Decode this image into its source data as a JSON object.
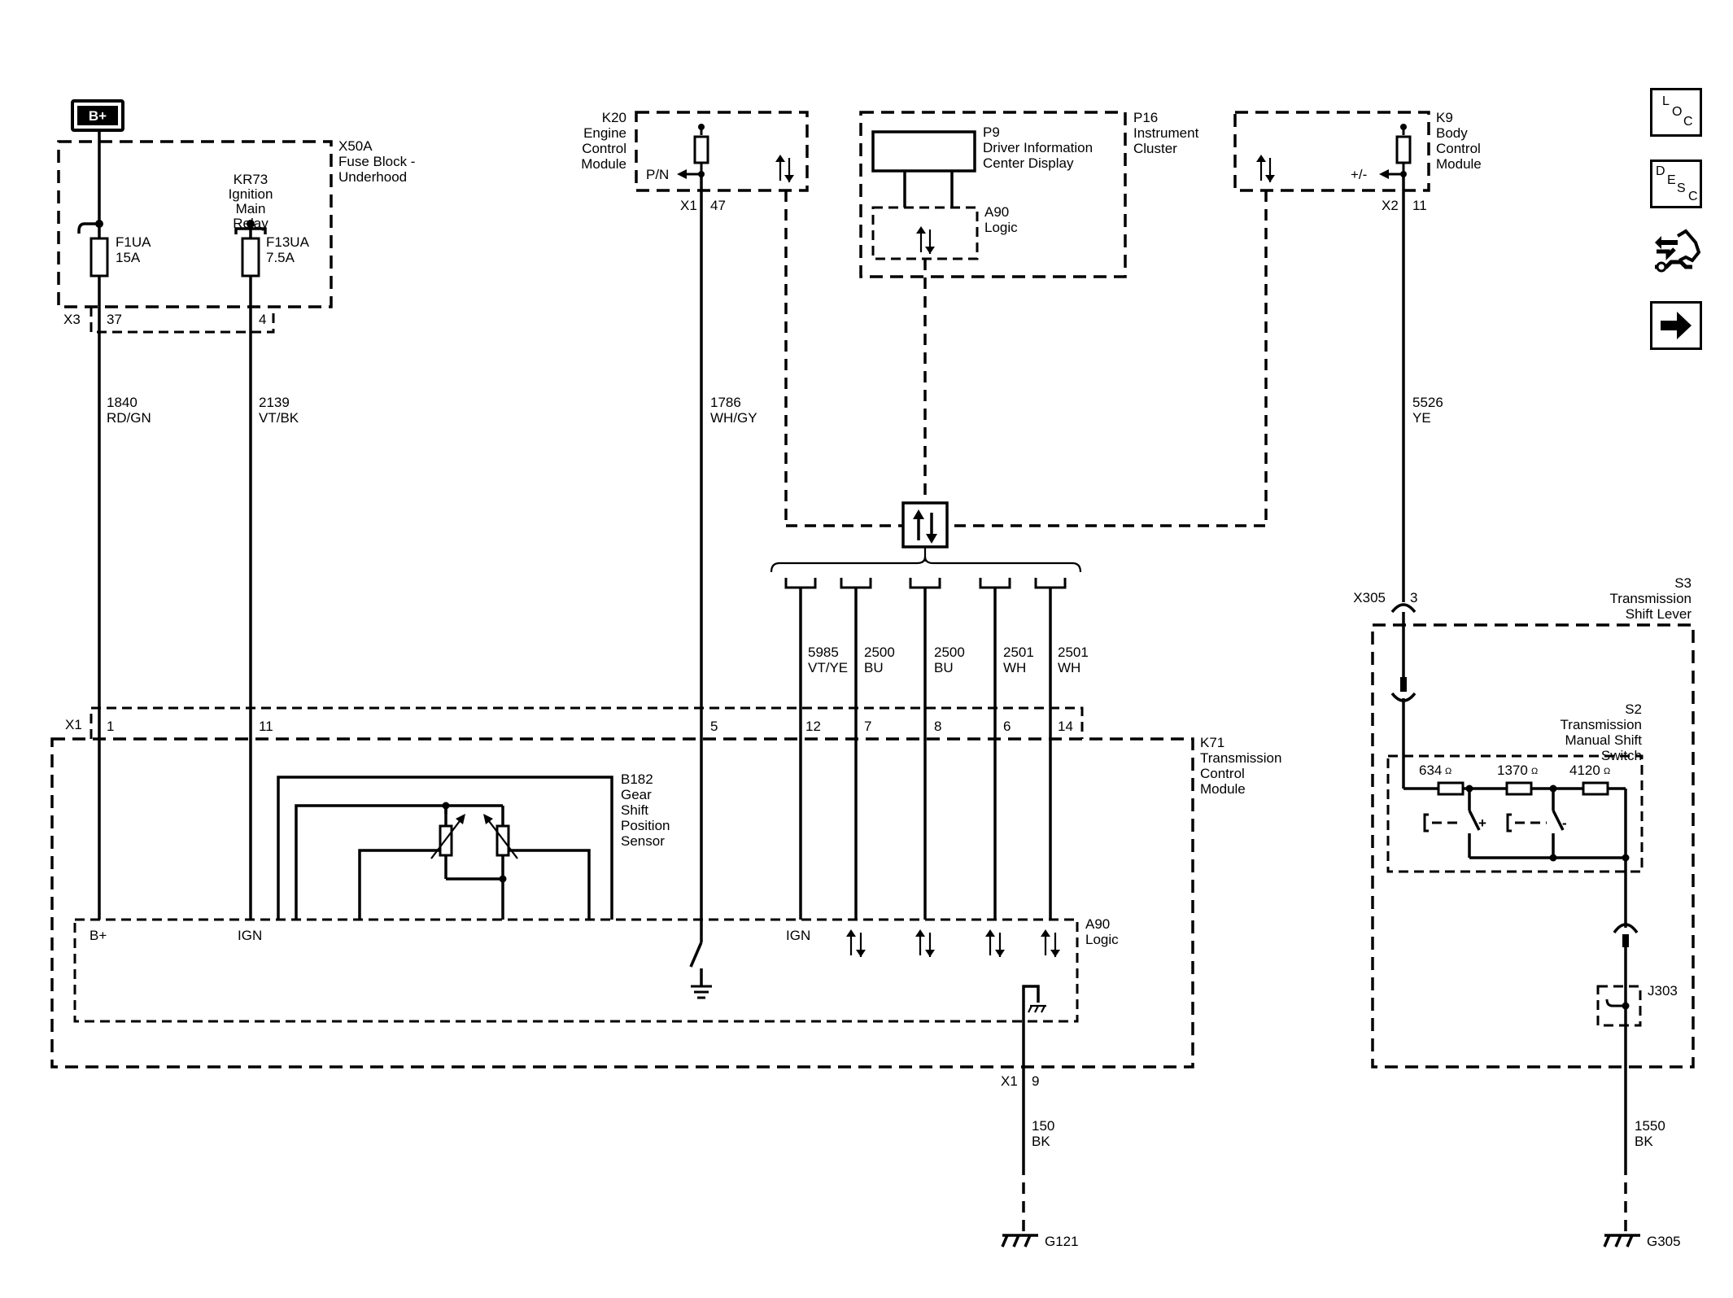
{
  "supply": {
    "label": "B+"
  },
  "fuse_block": {
    "name": "X50A",
    "desc1": "Fuse Block -",
    "desc2": "Underhood",
    "connector": "X3",
    "fuse1": {
      "name": "F1UA",
      "rating": "15A",
      "pin": "37"
    },
    "fuse2": {
      "name": "F13UA",
      "rating": "7.5A",
      "pin": "4"
    },
    "relay": {
      "name": "KR73",
      "l1": "Ignition",
      "l2": "Main",
      "l3": "Relay"
    }
  },
  "wires": {
    "w1840": {
      "circuit": "1840",
      "color": "RD/GN"
    },
    "w2139": {
      "circuit": "2139",
      "color": "VT/BK"
    },
    "w1786": {
      "circuit": "1786",
      "color": "WH/GY"
    },
    "w5526": {
      "circuit": "5526",
      "color": "YE"
    },
    "w5985": {
      "circuit": "5985",
      "color": "VT/YE"
    },
    "w2500a": {
      "circuit": "2500",
      "color": "BU"
    },
    "w2500b": {
      "circuit": "2500",
      "color": "BU"
    },
    "w2501a": {
      "circuit": "2501",
      "color": "WH"
    },
    "w2501b": {
      "circuit": "2501",
      "color": "WH"
    },
    "w150": {
      "circuit": "150",
      "color": "BK"
    },
    "w1550": {
      "circuit": "1550",
      "color": "BK"
    }
  },
  "ecm": {
    "name": "K20",
    "l1": "Engine",
    "l2": "Control",
    "l3": "Module",
    "pn": "P/N",
    "connector": "X1",
    "pin": "47"
  },
  "ipc": {
    "name": "P16",
    "l1": "Instrument",
    "l2": "Cluster",
    "dic": {
      "name": "P9",
      "l1": "Driver Information",
      "l2": "Center Display"
    },
    "logic": {
      "name": "A90",
      "l1": "Logic"
    }
  },
  "bcm": {
    "name": "K9",
    "l1": "Body",
    "l2": "Control",
    "l3": "Module",
    "pm": "+/-",
    "connector": "X2",
    "pin": "11"
  },
  "tcm": {
    "name": "K71",
    "l1": "Transmission",
    "l2": "Control",
    "l3": "Module",
    "connector": "X1",
    "pins": [
      "1",
      "11",
      "5",
      "12",
      "7",
      "8",
      "6",
      "14"
    ],
    "ground_pin": "9",
    "logic": {
      "name": "A90",
      "l1": "Logic",
      "bplus": "B+",
      "ign1": "IGN",
      "ign2": "IGN"
    }
  },
  "sensor": {
    "name": "B182",
    "l1": "Gear",
    "l2": "Shift",
    "l3": "Position",
    "l4": "Sensor"
  },
  "shift_lever": {
    "name": "S3",
    "l1": "Transmission",
    "l2": "Shift Lever",
    "connector": "X305",
    "pin": "3"
  },
  "shift_switch": {
    "name": "S2",
    "l1": "Transmission",
    "l2": "Manual Shift",
    "l3": "Switch",
    "r1": "634",
    "r2": "1370",
    "r3": "4120",
    "ohm": "Ω",
    "plus": "+",
    "minus": "-"
  },
  "splice": {
    "name": "J303"
  },
  "grounds": {
    "g1": "G121",
    "g2": "G305"
  },
  "side_buttons": [
    {
      "icon": "loc-icon",
      "l1": "L",
      "l2": "O",
      "l3": "C"
    },
    {
      "icon": "desc-icon",
      "l1": "D",
      "l2": "E",
      "l3": "S",
      "l4": "C"
    },
    {
      "icon": "connector-repair-icon"
    },
    {
      "icon": "next-arrow-icon"
    }
  ]
}
